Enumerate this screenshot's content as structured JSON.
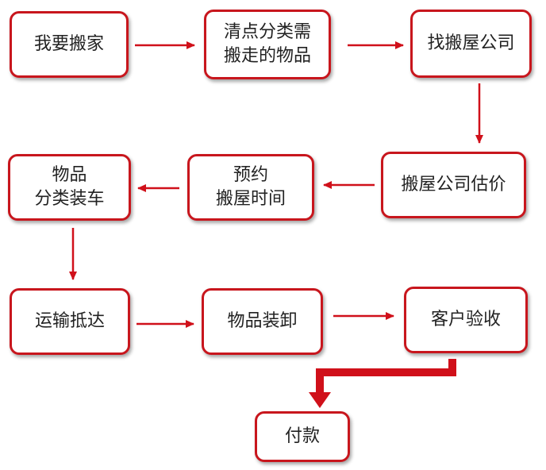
{
  "colors": {
    "border": "#c8161d",
    "arrow": "#d0101a",
    "text": "#222222",
    "background": "#ffffff"
  },
  "nodes": {
    "n1": "我要搬家",
    "n2": "清点分类需\n搬走的物品",
    "n3": "找搬屋公司",
    "n4": "搬屋公司估价",
    "n5": "预约\n搬屋时间",
    "n6": "物品\n分类装车",
    "n7": "运输抵达",
    "n8": "物品装卸",
    "n9": "客户验收",
    "n10": "付款"
  }
}
